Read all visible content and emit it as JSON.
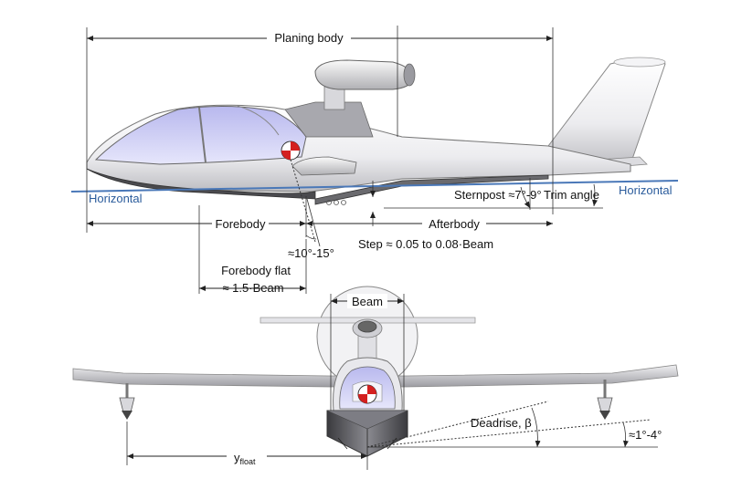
{
  "labels": {
    "planing_body": "Planing body",
    "horizontal_left": "Horizontal",
    "horizontal_right": "Horizontal",
    "sternpost": "Sternpost ≈7°-9°",
    "trim_angle": "Trim angle",
    "forebody": "Forebody",
    "afterbody": "Afterbody",
    "step_angle": "≈10°-15°",
    "step_height": "Step ≈ 0.05 to 0.08·Beam",
    "forebody_flat_1": "Forebody flat",
    "forebody_flat_2": "≈ 1.5·Beam",
    "beam": "Beam",
    "deadrise": "Deadrise, β",
    "dihedral": "≈1°-4°",
    "y_float": "y",
    "y_float_sub": "float"
  },
  "colors": {
    "horizontal_line": "#4a78b8",
    "canopy": "#c8c8f0",
    "cg_red": "#d42020",
    "body_light": "#f2f2f4",
    "body_dark": "#555558"
  }
}
